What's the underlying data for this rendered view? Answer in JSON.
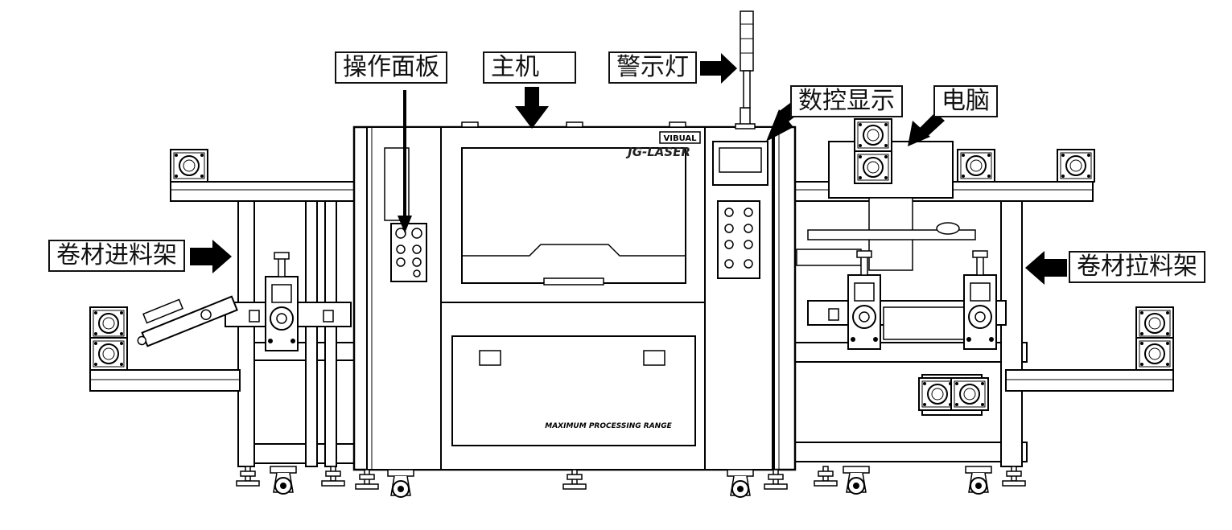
{
  "labels": {
    "operation_panel": "操作面板",
    "main_unit": "主机",
    "warning_light": "警示灯",
    "cnc_display": "数控显示",
    "computer": "电脑",
    "roll_feed_rack": "卷材进料架",
    "roll_pull_rack": "卷材拉料架"
  },
  "machine": {
    "logo": "VIBUAL",
    "brand": "JG-LASER",
    "drawer_text": "MAXIMUM PROCESSING RANGE"
  }
}
